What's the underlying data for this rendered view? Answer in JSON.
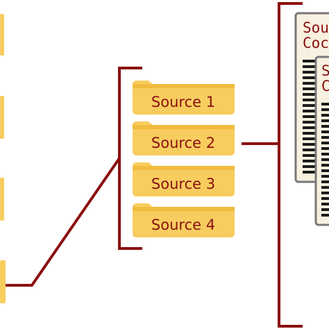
{
  "colors": {
    "bracket": "#8b0e0e",
    "folder_fill": "#f7cd5f",
    "folder_tab": "#f0bb3e",
    "folder_border": "#f3c44f",
    "doc_fill": "#f8f0e0",
    "doc_border": "#777777",
    "code_line": "#1a1a1a",
    "label": "#8a1010"
  },
  "folders": [
    {
      "label": "Source 1"
    },
    {
      "label": "Source 2"
    },
    {
      "label": "Source 3"
    },
    {
      "label": "Source 4"
    }
  ],
  "documents": [
    {
      "line1": "Sou",
      "line2": "Coc"
    },
    {
      "line1": "S",
      "line2": "C"
    }
  ],
  "left_folder_icons": [
    "folder-icon",
    "folder-icon",
    "folder-icon",
    "folder-icon",
    "folder-icon"
  ]
}
